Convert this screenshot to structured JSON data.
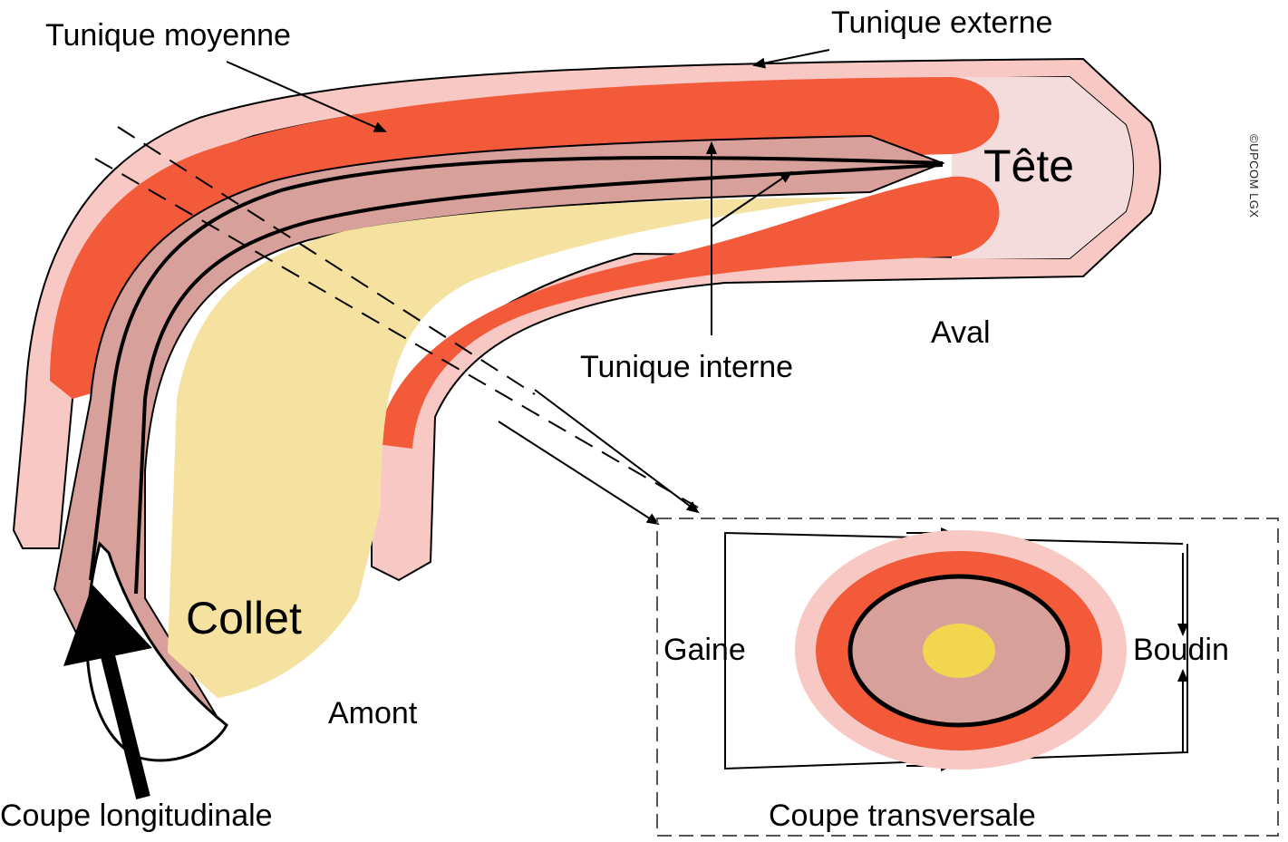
{
  "diagram": {
    "labels": {
      "tunique_moyenne": "Tunique moyenne",
      "tunique_externe": "Tunique externe",
      "tete": "Tête",
      "tunique_interne": "Tunique interne",
      "aval": "Aval",
      "collet": "Collet",
      "amont": "Amont",
      "coupe_longitudinale": "Coupe longitudinale",
      "gaine": "Gaine",
      "boudin": "Boudin",
      "coupe_transversale": "Coupe transversale"
    },
    "credit": "©UPCOM LGX",
    "colors": {
      "outer_tunic": "#f8c8c4",
      "middle_tunic": "#f25a3a",
      "inner_tunic": "#d8a09a",
      "lumen": "#f5e2a0",
      "tip": "#f4dcdc",
      "core": "#f3d650",
      "ink": "#000000"
    }
  }
}
